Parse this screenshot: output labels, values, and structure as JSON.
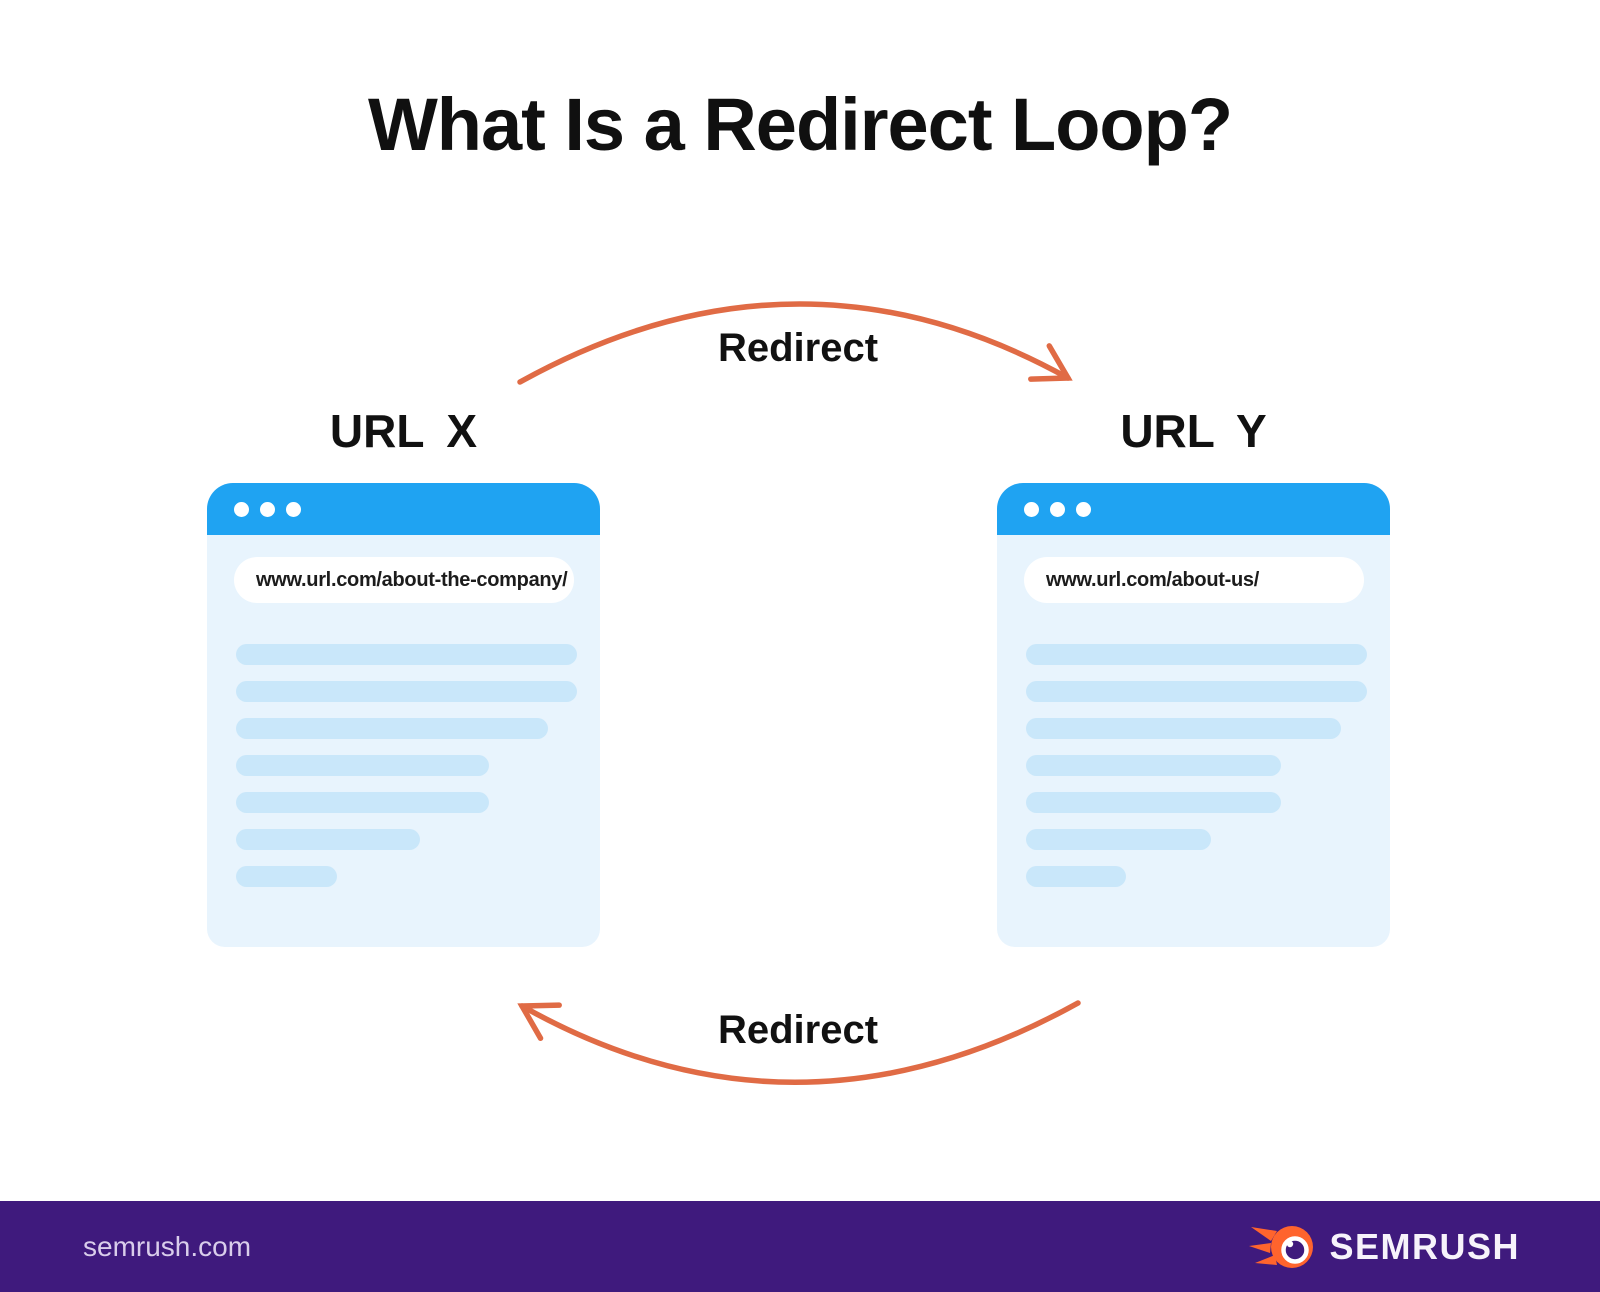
{
  "title": "What Is a Redirect Loop?",
  "diagram": {
    "arrows": {
      "top": {
        "label": "Redirect"
      },
      "bottom": {
        "label": "Redirect"
      }
    },
    "left_window": {
      "label": "URL X",
      "url": "www.url.com/about-the-company/",
      "content_line_widths": [
        341,
        341,
        312,
        253,
        253,
        184,
        101
      ]
    },
    "right_window": {
      "label": "URL Y",
      "url": "www.url.com/about-us/",
      "content_line_widths": [
        341,
        341,
        315,
        255,
        255,
        185,
        100
      ]
    }
  },
  "footer": {
    "website": "semrush.com",
    "brand": "SEMRUSH"
  },
  "icons": {
    "window_dots": "three-dots",
    "brand_icon": "semrush-flame-ball"
  },
  "colors": {
    "browser_header_blue": "#1FA3F2",
    "browser_body_blue": "#E8F4FD",
    "content_bar_blue": "#C9E7FA",
    "arrow_orange": "#E06B45",
    "footer_purple": "#3F1A7D",
    "logo_orange": "#FF642D",
    "footer_text": "#D9CDEB",
    "text_black": "#101010"
  }
}
